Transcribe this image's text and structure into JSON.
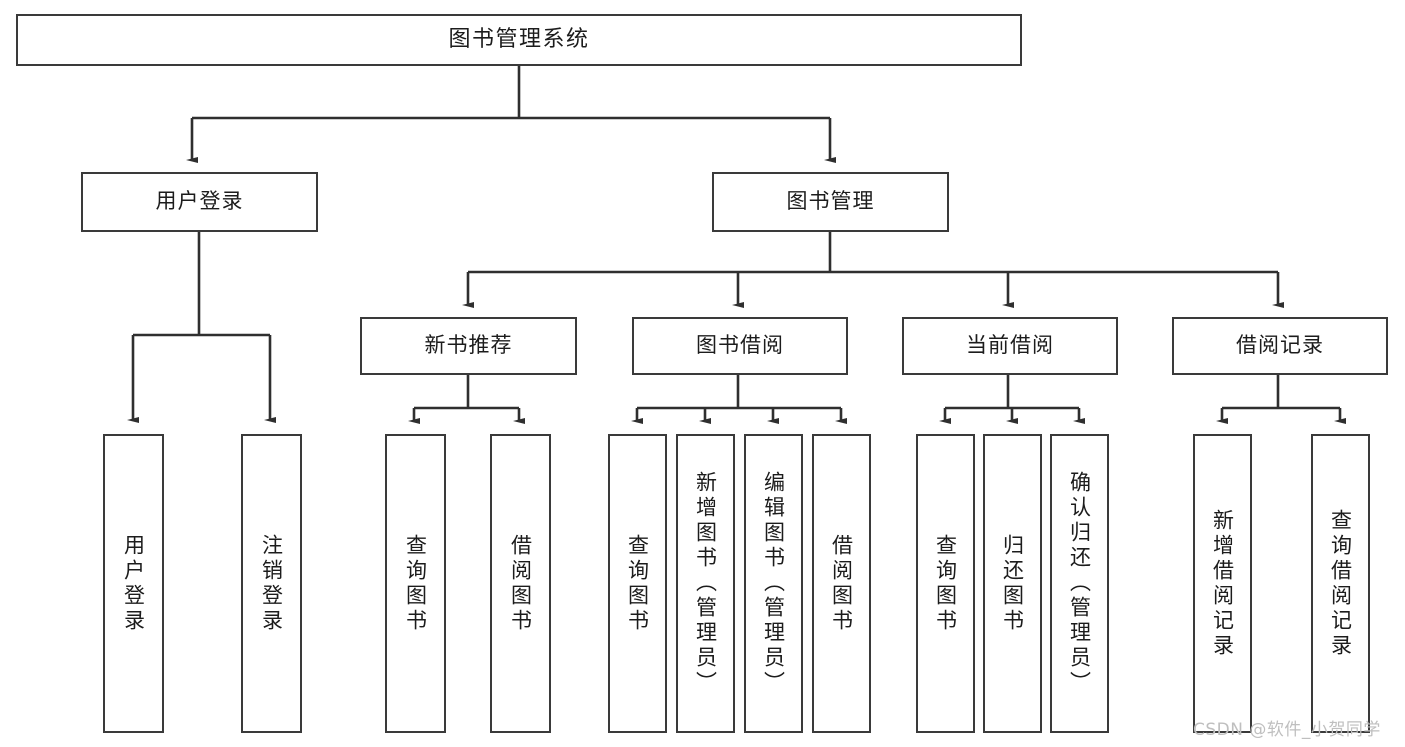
{
  "diagram": {
    "title": "图书管理系统",
    "type": "tree",
    "watermark": "CSDN @软件_小贺同学",
    "colors": {
      "box_border": "#3a3a3a",
      "box_fill": "#ffffff",
      "edge": "#2f2f2f",
      "text": "#1c1c1c",
      "watermark": "#bfbfbf",
      "background": "#ffffff"
    },
    "nodes": {
      "root": {
        "label": "图书管理系统",
        "level": 0,
        "orientation": "horizontal"
      },
      "level1": [
        {
          "id": "user-login",
          "label": "用户登录",
          "orientation": "horizontal"
        },
        {
          "id": "book-manage",
          "label": "图书管理",
          "orientation": "horizontal"
        }
      ],
      "level2": [
        {
          "id": "new-book-recommend",
          "label": "新书推荐",
          "orientation": "horizontal",
          "parent": "book-manage"
        },
        {
          "id": "book-borrow",
          "label": "图书借阅",
          "orientation": "horizontal",
          "parent": "book-manage"
        },
        {
          "id": "current-borrow",
          "label": "当前借阅",
          "orientation": "horizontal",
          "parent": "book-manage"
        },
        {
          "id": "borrow-record",
          "label": "借阅记录",
          "orientation": "horizontal",
          "parent": "book-manage"
        }
      ],
      "leaves": [
        {
          "id": "leaf-user-login",
          "label": "用户登录",
          "orientation": "vertical",
          "parent": "user-login"
        },
        {
          "id": "leaf-user-logout",
          "label": "注销登录",
          "orientation": "vertical",
          "parent": "user-login"
        },
        {
          "id": "leaf-query-book-1",
          "label": "查询图书",
          "orientation": "vertical",
          "parent": "new-book-recommend"
        },
        {
          "id": "leaf-borrow-book-1",
          "label": "借阅图书",
          "orientation": "vertical",
          "parent": "new-book-recommend"
        },
        {
          "id": "leaf-query-book-2",
          "label": "查询图书",
          "orientation": "vertical",
          "parent": "book-borrow"
        },
        {
          "id": "leaf-add-book",
          "label": "新增图书（管理员）",
          "orientation": "vertical",
          "parent": "book-borrow"
        },
        {
          "id": "leaf-edit-book",
          "label": "编辑图书（管理员）",
          "orientation": "vertical",
          "parent": "book-borrow"
        },
        {
          "id": "leaf-borrow-book-2",
          "label": "借阅图书",
          "orientation": "vertical",
          "parent": "book-borrow"
        },
        {
          "id": "leaf-query-book-3",
          "label": "查询图书",
          "orientation": "vertical",
          "parent": "current-borrow"
        },
        {
          "id": "leaf-return-book",
          "label": "归还图书",
          "orientation": "vertical",
          "parent": "current-borrow"
        },
        {
          "id": "leaf-confirm-return",
          "label": "确认归还（管理员）",
          "orientation": "vertical",
          "parent": "current-borrow"
        },
        {
          "id": "leaf-add-record",
          "label": "新增借阅记录",
          "orientation": "vertical",
          "parent": "borrow-record"
        },
        {
          "id": "leaf-query-record",
          "label": "查询借阅记录",
          "orientation": "vertical",
          "parent": "borrow-record"
        }
      ]
    }
  }
}
